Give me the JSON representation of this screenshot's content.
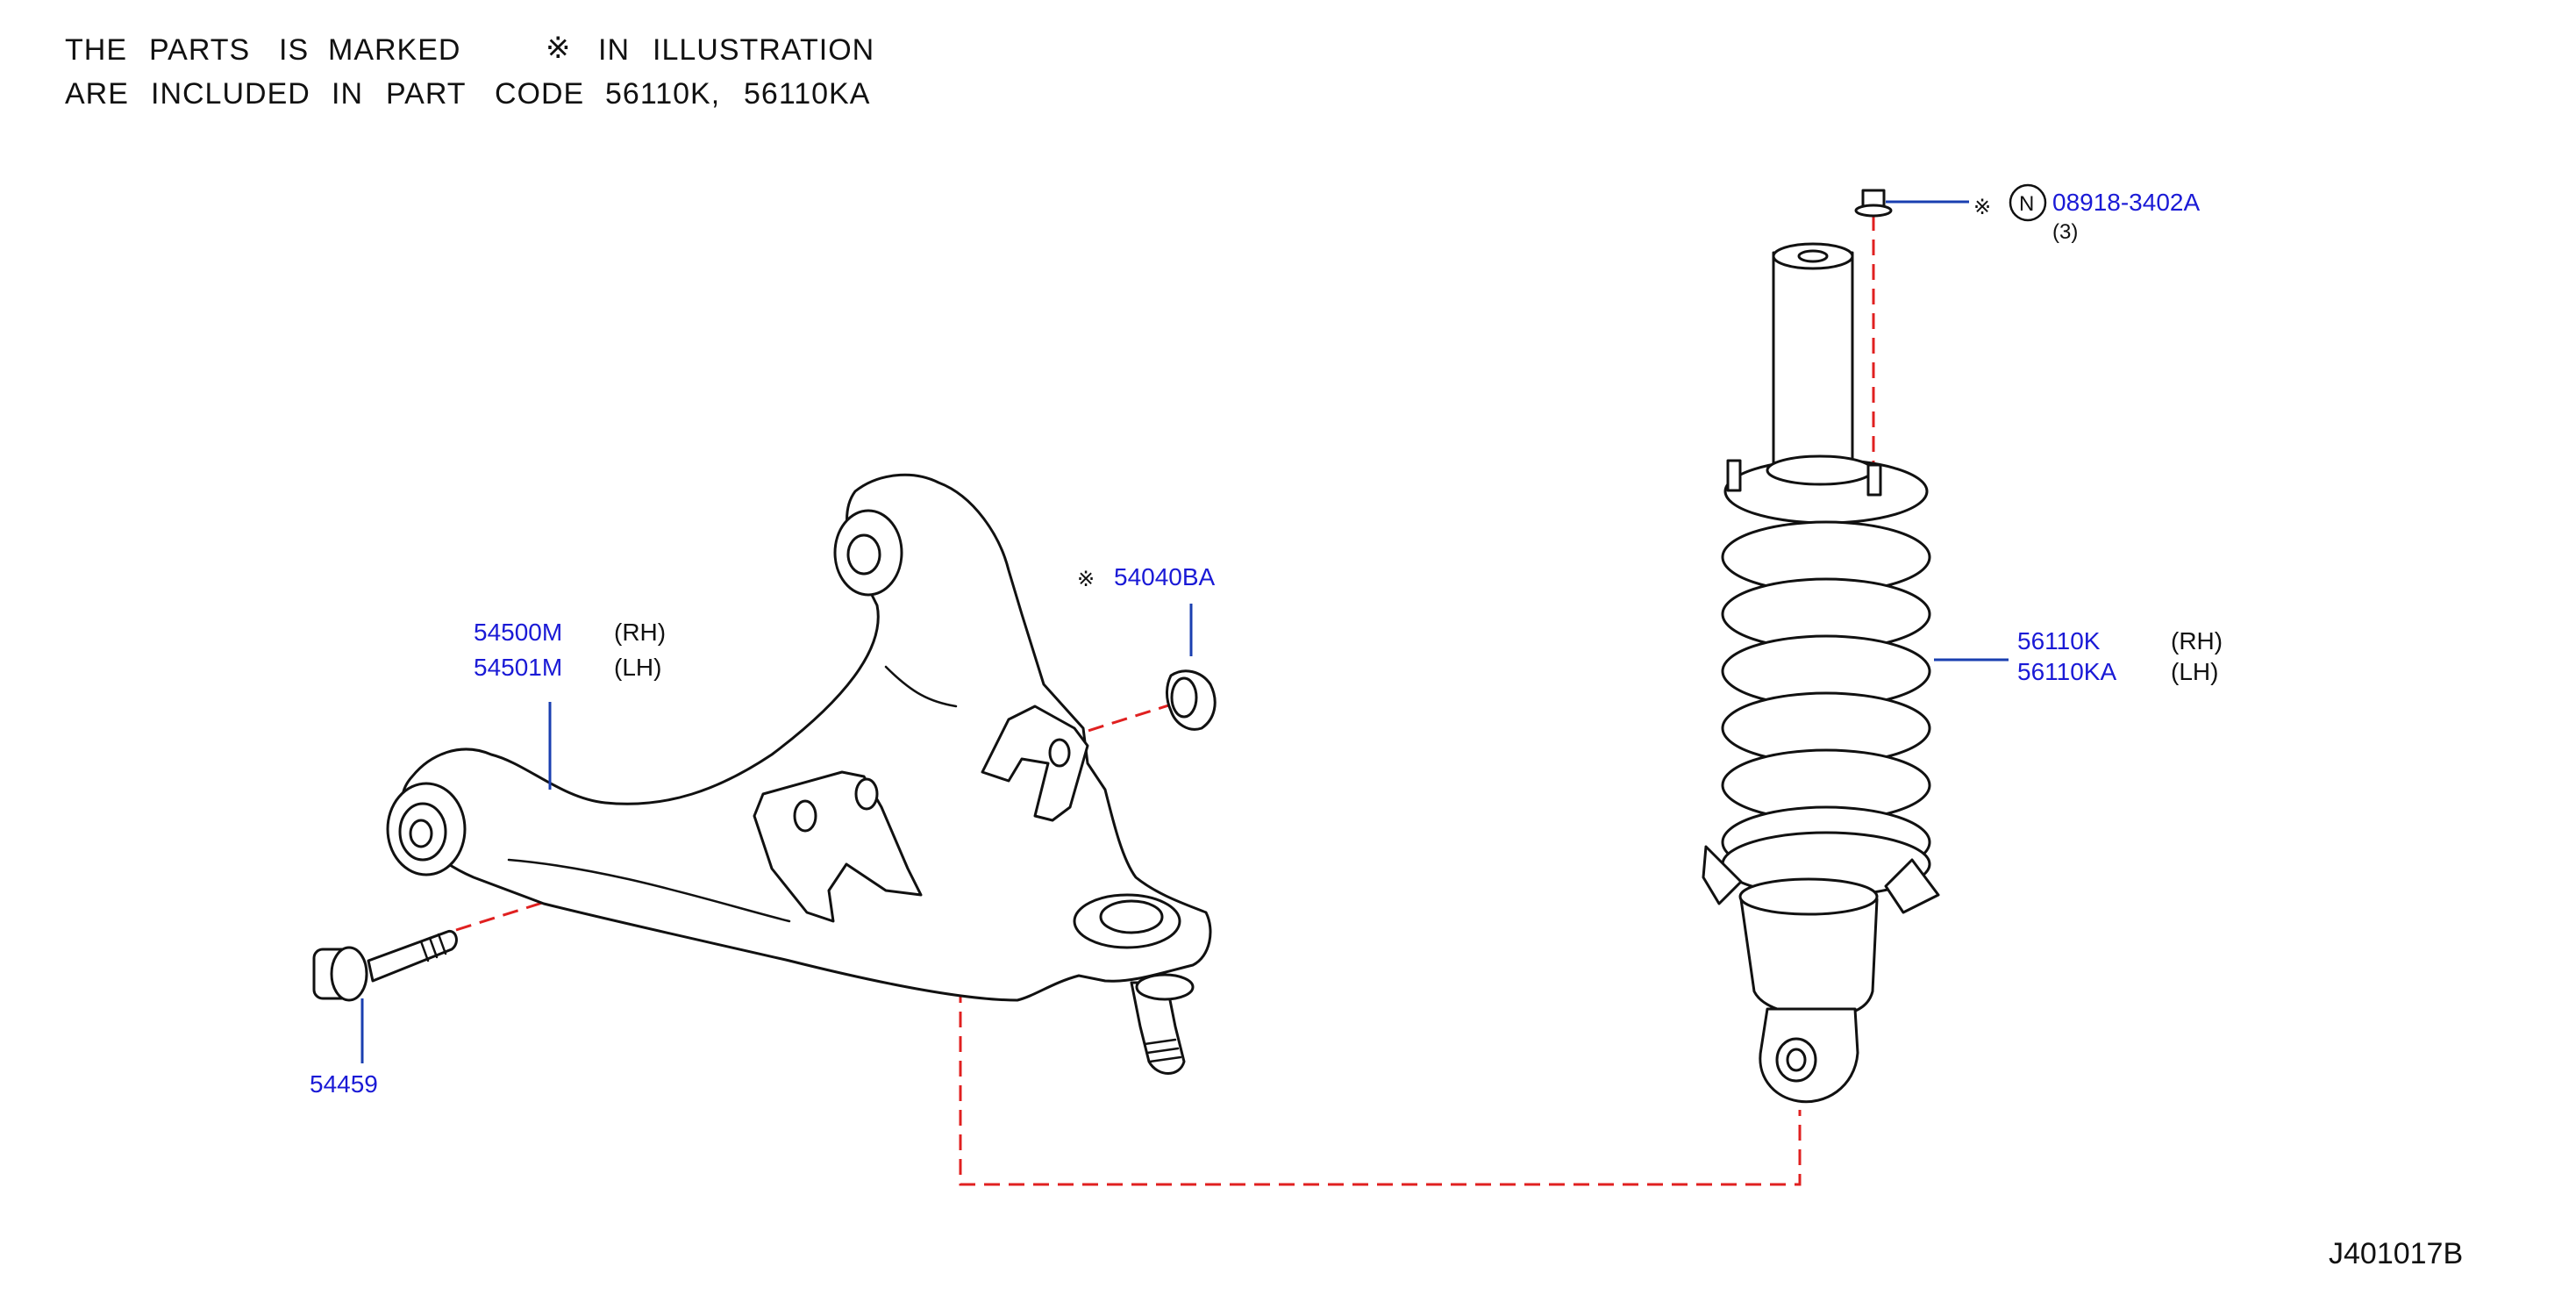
{
  "note": {
    "line1_words": [
      "THE",
      "PARTS",
      "IS",
      "MARKED",
      "※",
      "IN",
      "ILLUSTRATION"
    ],
    "line2_words": [
      "ARE",
      "INCLUDED",
      "IN",
      "PART",
      "CODE",
      "56110K,",
      "56110KA"
    ]
  },
  "parts": {
    "nut": {
      "mark": "※",
      "n_symbol": "N",
      "number": "08918-3402A",
      "qty": "(3)"
    },
    "bushing": {
      "mark": "※",
      "number": "54040BA"
    },
    "arm": {
      "number_rh": "54500M",
      "number_lh": "54501M",
      "side_rh": "(RH)",
      "side_lh": "(LH)"
    },
    "bolt": {
      "number": "54459"
    },
    "shock": {
      "number_rh": "56110K",
      "number_lh": "56110KA",
      "side_rh": "(RH)",
      "side_lh": "(LH)"
    }
  },
  "diagram_code": "J401017B",
  "colors": {
    "part_number": "#1a1ad6",
    "leader": "#1a3fb0",
    "guide": "#e02020",
    "line": "#111111"
  }
}
